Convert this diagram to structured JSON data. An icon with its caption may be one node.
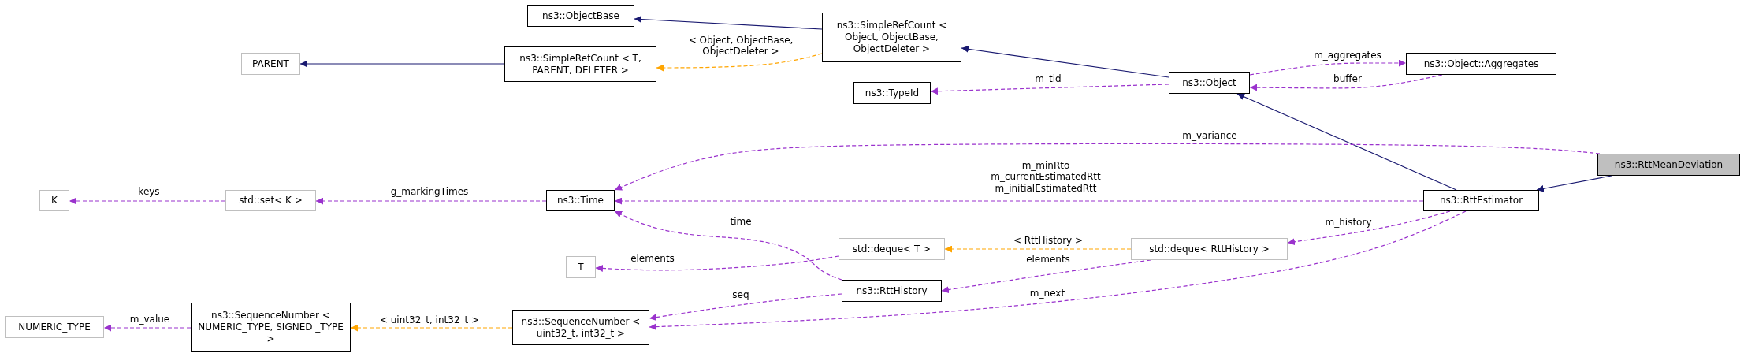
{
  "diagram": {
    "nodes": [
      {
        "text": [
          "ns3::ObjectBase"
        ]
      },
      {
        "text": [
          "ns3::SimpleRefCount < Object, ObjectBase, ObjectDeleter >"
        ]
      },
      {
        "text": [
          "PARENT"
        ]
      },
      {
        "text": [
          "ns3::SimpleRefCount < T, PARENT, DELETER >"
        ]
      },
      {
        "text": [
          "ns3::Object"
        ]
      },
      {
        "text": [
          "ns3::Object::Aggregates"
        ]
      },
      {
        "text": [
          "ns3::TypeId"
        ]
      },
      {
        "text": [
          "ns3::RttMeanDeviation"
        ]
      },
      {
        "text": [
          "K"
        ]
      },
      {
        "text": [
          "std::set< K >"
        ]
      },
      {
        "text": [
          "ns3::Time"
        ]
      },
      {
        "text": [
          "ns3::RttEstimator"
        ]
      },
      {
        "text": [
          "std::deque< T >"
        ]
      },
      {
        "text": [
          "std::deque< RttHistory >"
        ]
      },
      {
        "text": [
          "T"
        ]
      },
      {
        "text": [
          "ns3::RttHistory"
        ]
      },
      {
        "text": [
          "NUMERIC_TYPE"
        ]
      },
      {
        "text": [
          "ns3::SequenceNumber < NUMERIC_TYPE, SIGNED _TYPE >"
        ]
      },
      {
        "text": [
          "ns3::SequenceNumber < uint32_t, int32_t >"
        ]
      }
    ],
    "edges": [
      {
        "from": 1,
        "to": 0,
        "arrow": "to",
        "color": "#191970"
      },
      {
        "from": 3,
        "to": 2,
        "arrow": "to",
        "color": "#191970"
      },
      {
        "from": 1,
        "to": 3,
        "arrow": "to",
        "label": "< Object, ObjectBase, ObjectDeleter >",
        "style": "dashed",
        "color": "#ffa500"
      },
      {
        "from": 4,
        "to": 1,
        "arrow": "to",
        "color": "#191970"
      },
      {
        "from": 4,
        "to": 6,
        "arrow": "to",
        "label": "m_tid",
        "style": "dashed"
      },
      {
        "from": 4,
        "to": 5,
        "arrow": "to",
        "label": "m_aggregates",
        "style": "dashed"
      },
      {
        "from": 5,
        "to": 4,
        "arrow": "to",
        "label": "buffer",
        "style": "dashed"
      },
      {
        "from": 11,
        "to": 4,
        "arrow": "to",
        "color": "#191970"
      },
      {
        "from": 7,
        "to": 11,
        "arrow": "to",
        "color": "#191970"
      },
      {
        "from": 7,
        "to": 10,
        "arrow": "to",
        "label": "m_variance",
        "style": "dashed"
      },
      {
        "from": 11,
        "to": 10,
        "arrow": "to",
        "label": "m_minRto m_currentEstimatedRtt m_initialEstimatedRtt",
        "style": "dashed"
      },
      {
        "from": 9,
        "to": 8,
        "arrow": "to",
        "label": "keys",
        "style": "dashed"
      },
      {
        "from": 10,
        "to": 9,
        "arrow": "to",
        "label": "g_markingTimes",
        "style": "dashed"
      },
      {
        "from": 15,
        "to": 10,
        "arrow": "to",
        "label": "time",
        "style": "dashed"
      },
      {
        "from": 12,
        "to": 14,
        "arrow": "to",
        "label": "elements",
        "style": "dashed"
      },
      {
        "from": 13,
        "to": 12,
        "arrow": "to",
        "label": "< RttHistory >",
        "style": "dashed",
        "color": "#ffa500"
      },
      {
        "from": 13,
        "to": 15,
        "arrow": "to",
        "label": "elements",
        "style": "dashed"
      },
      {
        "from": 11,
        "to": 13,
        "arrow": "to",
        "label": "m_history",
        "style": "dashed"
      },
      {
        "from": 15,
        "to": 18,
        "arrow": "to",
        "label": "seq",
        "style": "dashed"
      },
      {
        "from": 11,
        "to": 18,
        "arrow": "to",
        "label": "m_next",
        "style": "dashed"
      },
      {
        "from": 18,
        "to": 17,
        "arrow": "to",
        "label": "< uint32_t, int32_t >",
        "style": "dashed",
        "color": "#ffa500"
      },
      {
        "from": 17,
        "to": 16,
        "arrow": "to",
        "label": "m_value",
        "style": "dashed"
      }
    ]
  }
}
